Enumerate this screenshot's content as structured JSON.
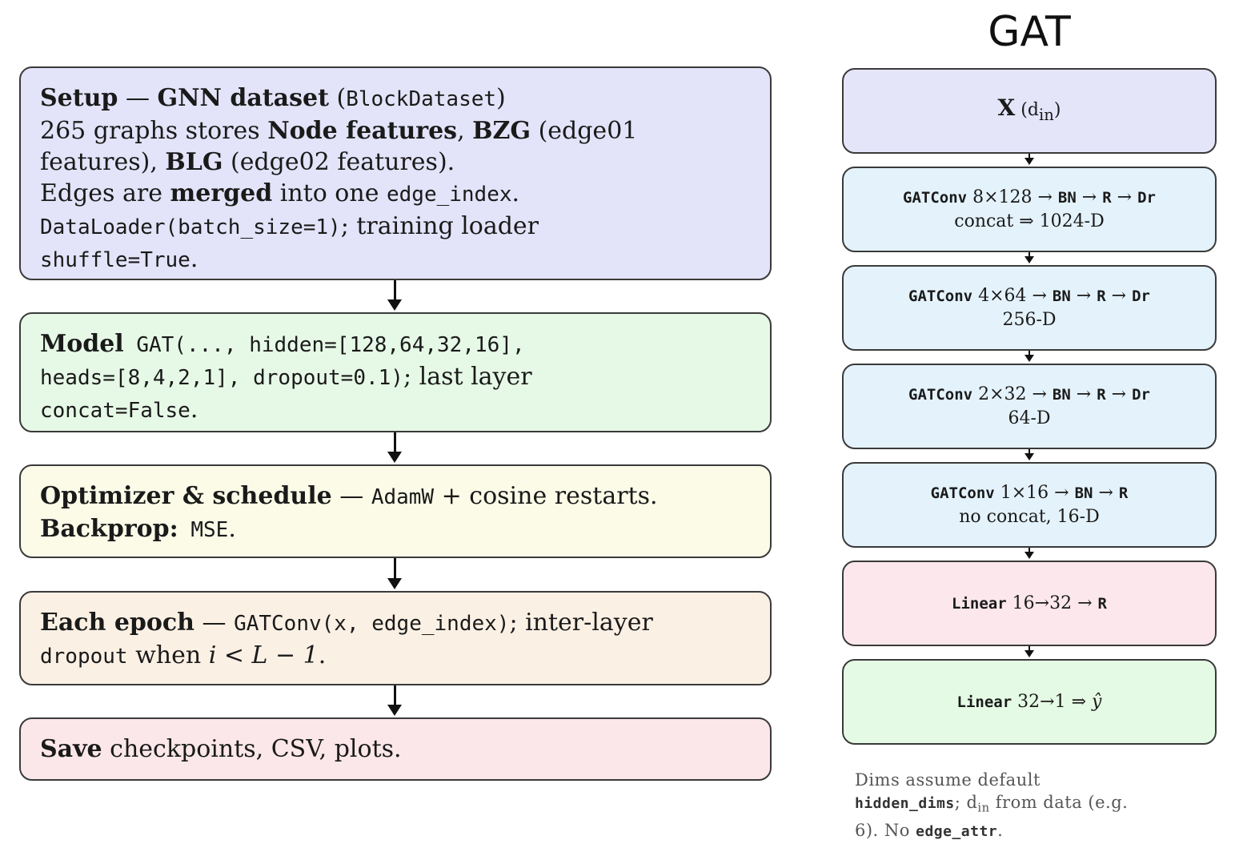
{
  "left": {
    "setup": {
      "title": "Setup",
      "dash": " — ",
      "dataset_bold": "GNN dataset",
      "dataset_paren_open": " (",
      "dataset_code": "BlockDataset",
      "dataset_paren_close": ")",
      "line2_a": "265 graphs stores ",
      "line2_b": "Node features",
      "line2_c": ", ",
      "line2_d": "BZG",
      "line2_e": " (edge01",
      "line3_a": "features), ",
      "line3_b": "BLG",
      "line3_c": " (edge02 features).",
      "line4_a": "Edges are ",
      "line4_b": "merged",
      "line4_c": " into one ",
      "line4_code": "edge_index",
      "line4_d": ".",
      "line5_code": "DataLoader(batch_size=1)",
      "line5_b": "; training loader",
      "line6_code": "shuffle=True",
      "line6_b": "."
    },
    "model": {
      "title": "Model",
      "code1": " GAT(..., hidden=[128,64,32,16],",
      "code2": "heads=[8,4,2,1], dropout=0.1)",
      "text2": "; last layer",
      "code3": "concat=False",
      "text3": "."
    },
    "optimizer": {
      "title": "Optimizer & schedule",
      "dash": " — ",
      "code1": "AdamW",
      "text1": " + cosine restarts.",
      "title2": "Backprop:",
      "code2": " MSE",
      "text2": "."
    },
    "epoch": {
      "title": "Each epoch",
      "dash": " — ",
      "code1": "GATConv(x, edge_index)",
      "text1": "; inter-layer",
      "code2": "dropout",
      "text2a": " when ",
      "math": "i < L − 1",
      "text2b": "."
    },
    "save": {
      "title": "Save",
      "text": " checkpoints, CSV, plots."
    }
  },
  "right": {
    "title": "GAT",
    "input": {
      "bold": "X",
      "text": " (d",
      "sub": "in",
      "close": ")"
    },
    "conv1": {
      "code": "GATConv",
      "text1": " 8×128 → ",
      "bn": "BN",
      "a2": " → ",
      "r": "R",
      "a3": " → ",
      "dr": "Dr",
      "line2": "concat ⇒ 1024-D"
    },
    "conv2": {
      "code": "GATConv",
      "text1": " 4×64 → ",
      "bn": "BN",
      "a2": " → ",
      "r": "R",
      "a3": " → ",
      "dr": "Dr",
      "line2": "256-D"
    },
    "conv3": {
      "code": "GATConv",
      "text1": " 2×32 → ",
      "bn": "BN",
      "a2": " → ",
      "r": "R",
      "a3": " → ",
      "dr": "Dr",
      "line2": "64-D"
    },
    "conv4": {
      "code": "GATConv",
      "text1": " 1×16 → ",
      "bn": "BN",
      "a2": " → ",
      "r": "R",
      "line2": "no concat, 16-D"
    },
    "linear1": {
      "code": "Linear",
      "text": " 16→32 → ",
      "r": "R"
    },
    "linear2": {
      "code": "Linear",
      "text": " 32→1 ⇒ ",
      "yhat": "ŷ"
    },
    "note": {
      "line1": "Dims assume default",
      "code1": "hidden_dims",
      "text1": "; d",
      "sub": "in",
      "text2": " from data (e.g.",
      "text3": "6). No ",
      "code2": "edge_attr",
      "text4": "."
    }
  },
  "colors": {
    "setup": "#e3e3f9",
    "model": "#e6f8e6",
    "optimizer": "#fbfbe8",
    "epoch": "#fbf0e4",
    "save": "#fbe7e9",
    "gat_input": "#e5e5fa",
    "gat_conv": "#e4f2fb",
    "gat_linear1": "#fbe7ec",
    "gat_linear2": "#e5fae5"
  }
}
